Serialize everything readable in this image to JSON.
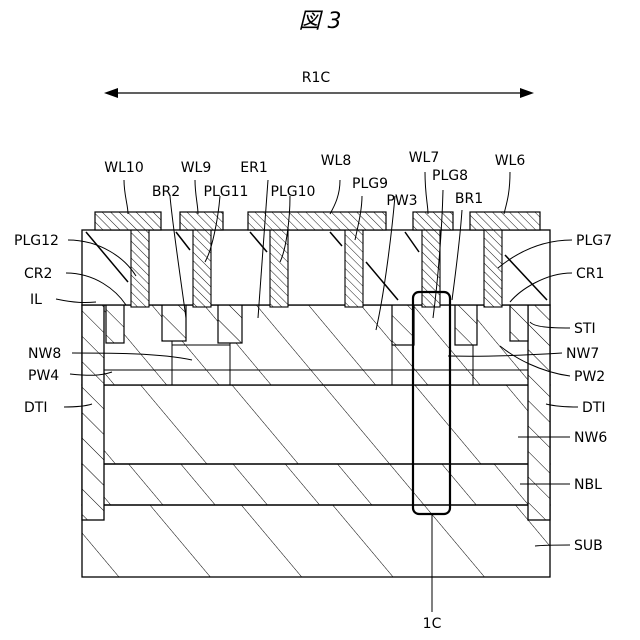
{
  "figure_title": "図 3",
  "region_label": "R1C",
  "labels": {
    "WL10": "WL10",
    "WL9": "WL9",
    "ER1": "ER1",
    "WL8": "WL8",
    "WL7": "WL7",
    "WL6": "WL6",
    "BR2": "BR2",
    "PLG11": "PLG11",
    "PLG10": "PLG10",
    "PLG9": "PLG9",
    "PW3": "PW3",
    "PLG8": "PLG8",
    "BR1": "BR1",
    "PLG12": "PLG12",
    "PLG7": "PLG7",
    "CR2": "CR2",
    "CR1": "CR1",
    "IL": "IL",
    "STI": "STI",
    "NW8": "NW8",
    "NW7": "NW7",
    "PW4": "PW4",
    "PW2": "PW2",
    "DTI_L": "DTI",
    "DTI_R": "DTI",
    "NW6": "NW6",
    "NBL": "NBL",
    "SUB": "SUB",
    "1C": "1C"
  }
}
